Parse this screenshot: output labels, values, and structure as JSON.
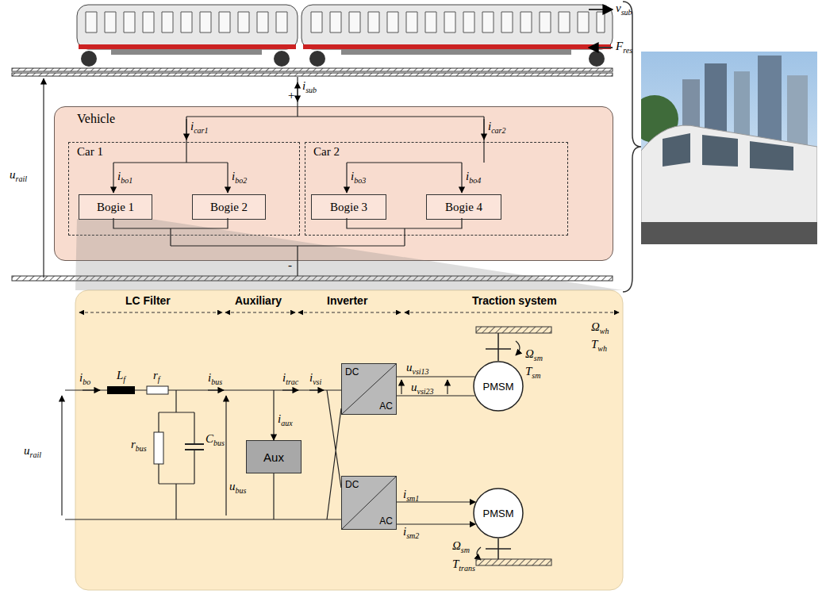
{
  "diagram": {
    "nodes": [
      {
        "text": [
          "Vehicle"
        ]
      },
      {
        "text": [
          "Car 1"
        ],
        "in": 0
      },
      {
        "text": [
          "Bogie 1"
        ],
        "in": 1
      },
      {
        "text": [
          "Bogie 2"
        ],
        "in": 1
      },
      {
        "text": [
          "Car 2"
        ],
        "in": 0
      },
      {
        "text": [
          "Bogie 3"
        ],
        "in": 4
      },
      {
        "text": [
          "Bogie 4"
        ],
        "in": 4
      },
      {
        "text": [
          "Aux"
        ]
      },
      {
        "text": [
          "DC",
          "AC"
        ]
      },
      {
        "text": [
          "DC",
          "AC"
        ]
      },
      {
        "text": [
          "PMSM"
        ]
      },
      {
        "text": [
          "PMSM"
        ]
      }
    ],
    "edges": [
      {
        "from": 8,
        "to": 10,
        "arrow": "none"
      },
      {
        "from": 8,
        "to": 10,
        "arrow": "none"
      },
      {
        "from": 9,
        "to": 11,
        "arrow": "to",
        "label": "ism1"
      },
      {
        "from": 9,
        "to": 11,
        "arrow": "to",
        "label": "ism2"
      }
    ],
    "labels": [
      "vsub",
      "Fres",
      "isub",
      "+",
      "icar1",
      "icar2",
      "ibo1",
      "ibo2",
      "ibo3",
      "ibo4",
      "urail",
      "-",
      "LC Filter",
      "Auxiliary",
      "Inverter",
      "Traction system",
      "ibo",
      "Lf",
      "rf",
      "ibus",
      "itrac",
      "ivsi",
      "iaux",
      "urail",
      "rbus",
      "Cbus",
      "ubus",
      "uvsi13",
      "uvsi23",
      "Ωwh",
      "Twh",
      "Ωsm",
      "Tsm",
      "Ωsm",
      "Ttrans"
    ]
  }
}
